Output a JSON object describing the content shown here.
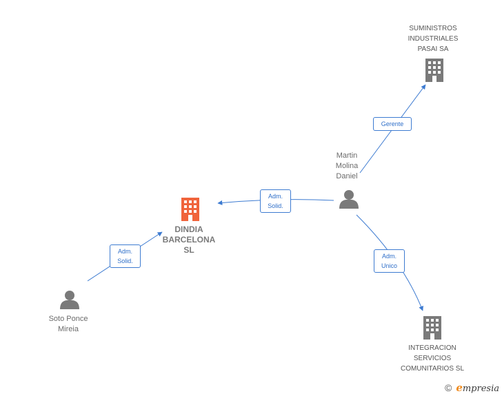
{
  "nodes": {
    "dindia": {
      "label": "DINDIA\nBARCELONA\nSL",
      "color": "#f0643c",
      "icon": "building-icon"
    },
    "suministros": {
      "label": "SUMINISTROS\nINDUSTRIALES\nPASAI SA",
      "color": "#7a7a7a",
      "icon": "building-icon"
    },
    "integracion": {
      "label": "INTEGRACION\nSERVICIOS\nCOMUNITARIOS SL",
      "color": "#7a7a7a",
      "icon": "building-icon"
    },
    "martin": {
      "label": "Martin\nMolina\nDaniel",
      "color": "#7a7a7a",
      "icon": "person-icon"
    },
    "soto": {
      "label": "Soto Ponce\nMireia",
      "color": "#7a7a7a",
      "icon": "person-icon"
    }
  },
  "edges": {
    "martin_dindia": {
      "label": "Adm.\nSolid."
    },
    "soto_dindia": {
      "label": "Adm.\nSolid."
    },
    "martin_suministros": {
      "label": "Gerente"
    },
    "martin_integracion": {
      "label": "Adm.\nUnico"
    }
  },
  "colors": {
    "edge": "#3d7bd1"
  },
  "brand": {
    "copyright": "©",
    "name_first": "e",
    "name_rest": "mpresia"
  }
}
